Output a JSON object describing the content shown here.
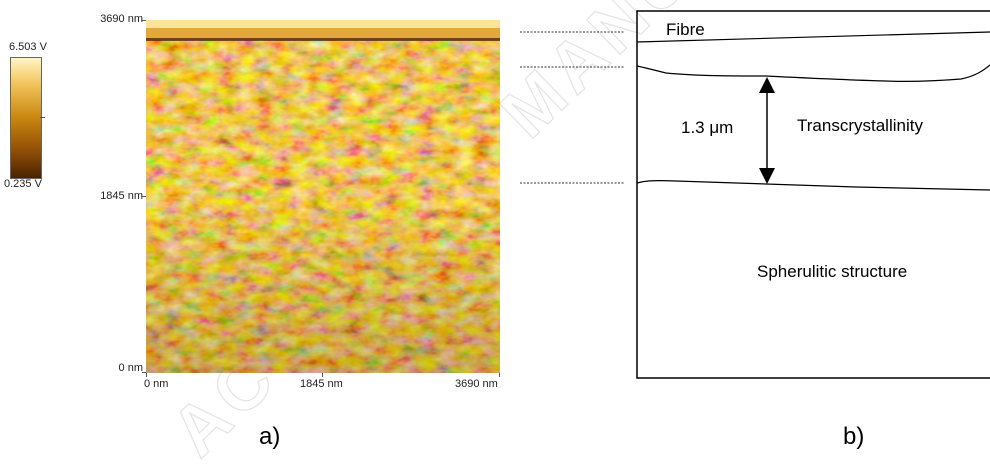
{
  "afm": {
    "colorbar": {
      "max": "6.503 V",
      "min": "0.235 V"
    },
    "y_ticks": [
      "3690 nm",
      "1845 nm",
      "0 nm"
    ],
    "x_ticks": [
      "0 nm",
      "1845 nm",
      "3690 nm"
    ],
    "colors": {
      "dark": "#5a2c00",
      "mid": "#c8860f",
      "light": "#fff2b0"
    }
  },
  "diagram": {
    "fibre": "Fibre",
    "thickness": "1.3 μm",
    "transcrystallinity": "Transcrystallinity",
    "spherulitic": "Spherulitic structure"
  },
  "captions": {
    "a": "a)",
    "b": "b)"
  },
  "watermark": "ACCEPTED MANUSCRIPT"
}
